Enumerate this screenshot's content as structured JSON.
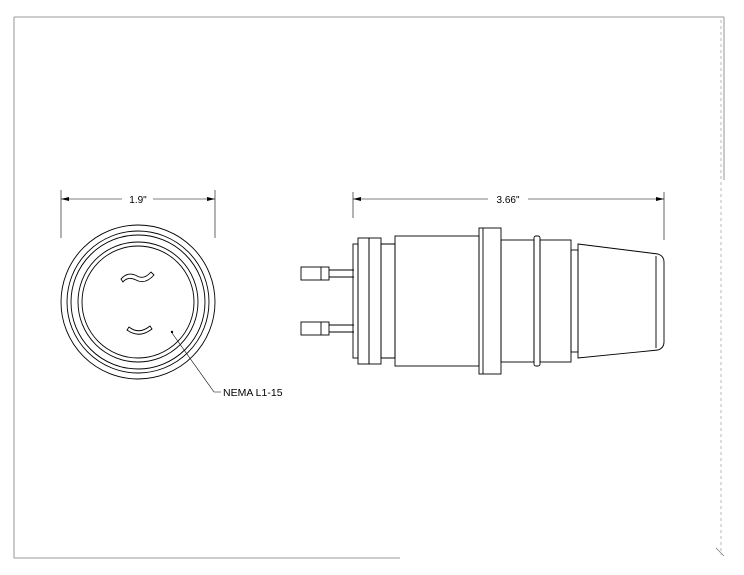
{
  "drawing": {
    "front_view": {
      "width_dimension": "1.9\"",
      "callout_label": "NEMA L1-15"
    },
    "side_view": {
      "length_dimension": "3.66\""
    }
  }
}
